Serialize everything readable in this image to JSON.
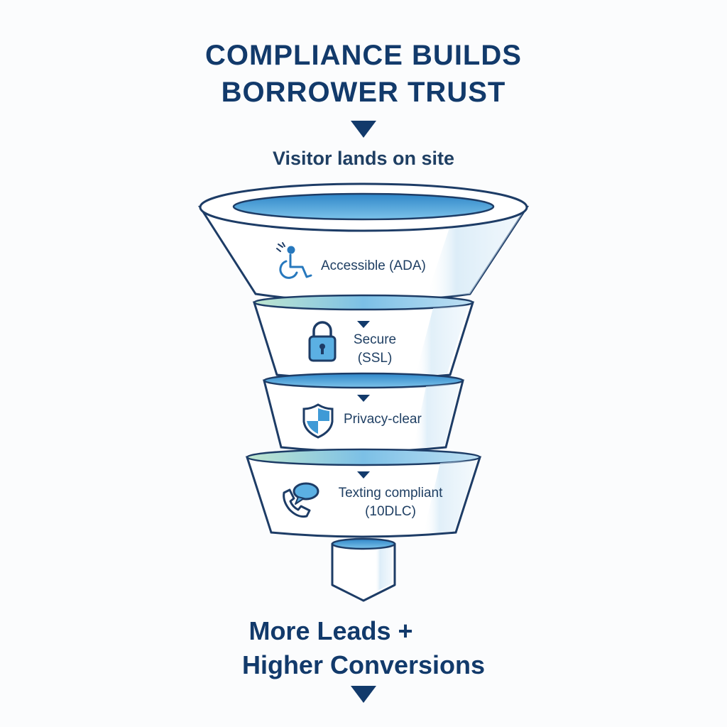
{
  "title": {
    "line1": "COMPLIANCE BUILDS",
    "line2": "BORROWER TRUST"
  },
  "entry_label": "Visitor lands on site",
  "stages": [
    {
      "line1": "Accessible (ADA)",
      "line2": "",
      "icon": "wheelchair-icon"
    },
    {
      "line1": "Secure",
      "line2": "(SSL)",
      "icon": "padlock-icon"
    },
    {
      "line1": "Privacy-clear",
      "line2": "",
      "icon": "shield-icon"
    },
    {
      "line1": "Texting compliant",
      "line2": "(10DLC)",
      "icon": "phone-chat-icon"
    }
  ],
  "outcome": {
    "line1": "More Leads +",
    "line2": "Higher Conversions"
  },
  "colors": {
    "navy": "#123a6b",
    "outline": "#1d3c66",
    "accent_blue": "#3f9ad6",
    "light_blue": "#bfe0f3",
    "band_green": "#b9e0c8"
  }
}
